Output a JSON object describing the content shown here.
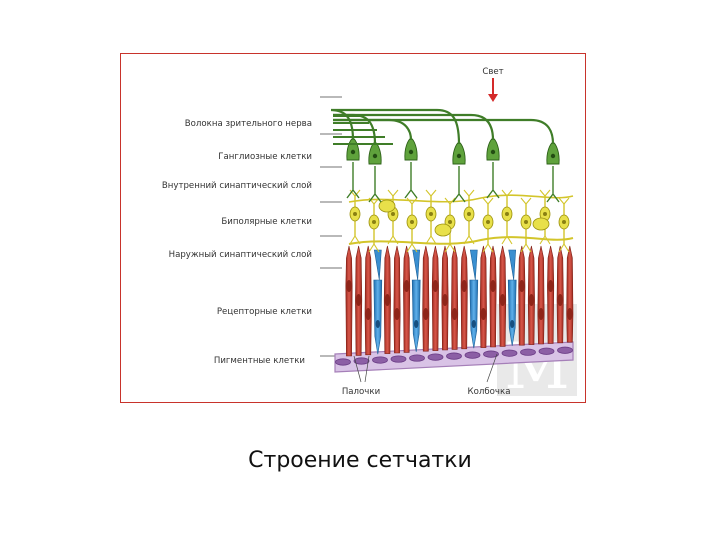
{
  "diagram": {
    "light_label": "Свет",
    "layers": [
      {
        "id": "optic-nerve-fibers",
        "label": "Волокна зрительного нерва"
      },
      {
        "id": "ganglion-cells",
        "label": "Ганглиозные клетки"
      },
      {
        "id": "inner-synaptic-layer",
        "label": "Внутренний синаптический слой"
      },
      {
        "id": "bipolar-cells",
        "label": "Биполярные клетки"
      },
      {
        "id": "outer-synaptic-layer",
        "label": "Наружный синаптический слой"
      },
      {
        "id": "receptor-cells",
        "label": "Рецепторные клетки"
      },
      {
        "id": "pigment-cells",
        "label": "Пигментные клетки"
      }
    ],
    "rods_label": "Палочки",
    "cone_label": "Колбочка",
    "watermark": "M",
    "colors": {
      "frame": "#c8332b",
      "light_arrow": "#d42a2a",
      "nerve": "#3f7d28",
      "bipolar": "#e8e04a",
      "rod": "#c33e2e",
      "cone": "#3a8fd0",
      "pigment": "#a57fb8"
    }
  },
  "caption": "Строение сетчатки"
}
